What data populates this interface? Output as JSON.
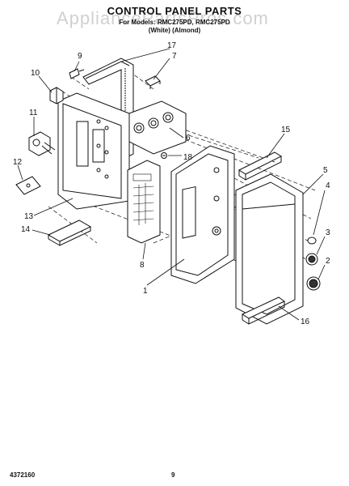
{
  "header": {
    "title": "CONTROL PANEL PARTS",
    "models_line": "For Models: RMC275PD, RMC275PD",
    "colors_line": "(White)          (Almond)",
    "watermark": "AppliancePartsPros.com"
  },
  "footer": {
    "doc_number": "4372160",
    "page_number": "9"
  },
  "callouts": [
    "1",
    "2",
    "3",
    "4",
    "5",
    "6",
    "7",
    "8",
    "9",
    "10",
    "11",
    "12",
    "13",
    "14",
    "15",
    "16",
    "17",
    "18"
  ]
}
